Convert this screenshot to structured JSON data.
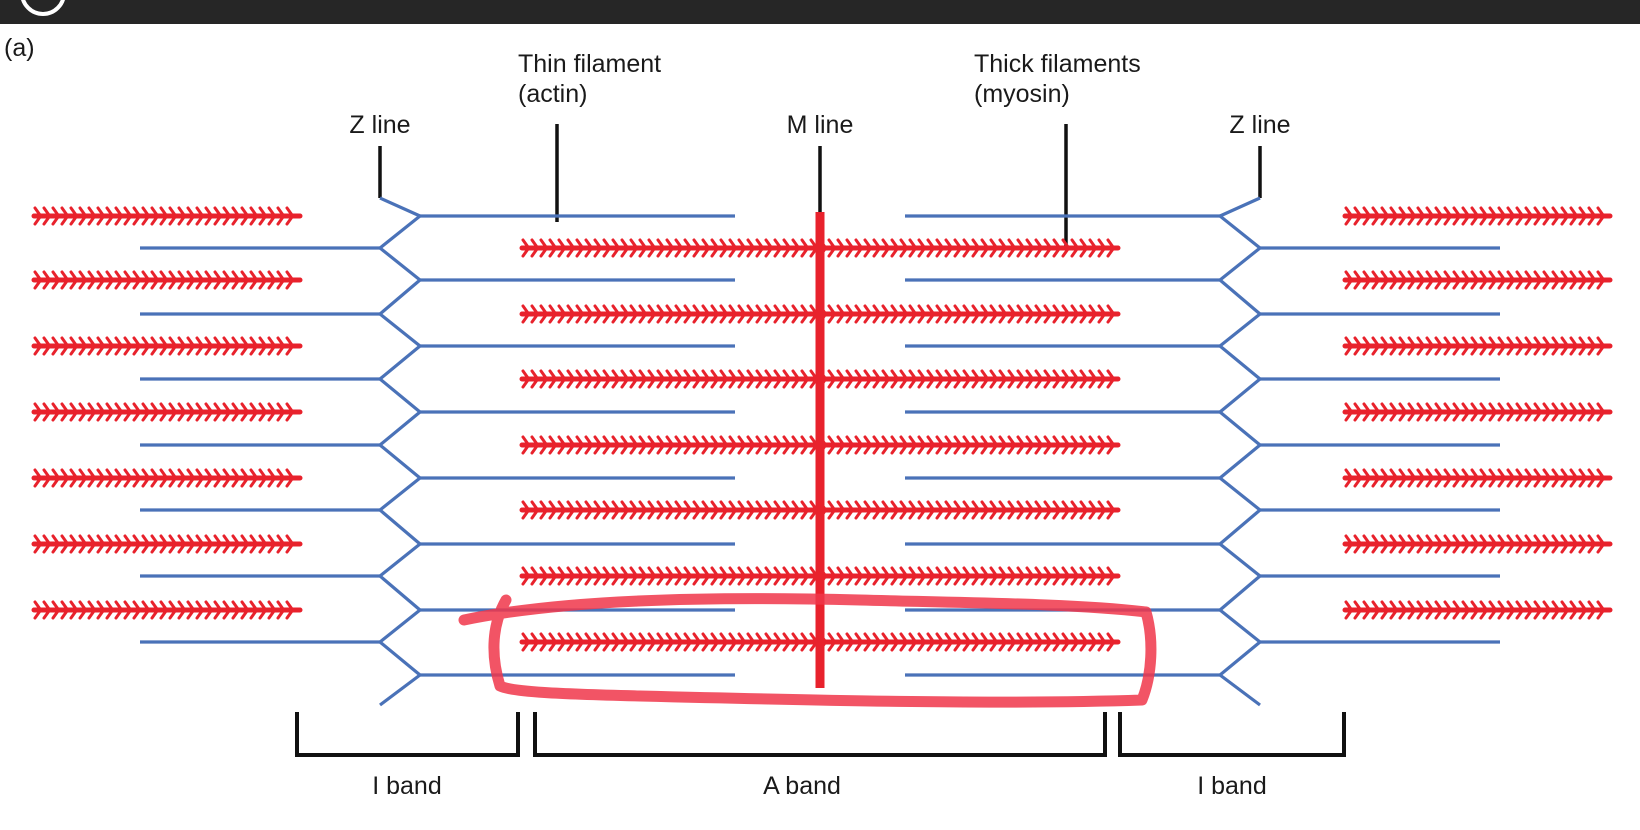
{
  "panel_label": "(a)",
  "labels": {
    "thin_filament_line1": "Thin filament",
    "thin_filament_line2": "(actin)",
    "thick_filaments_line1": "Thick filaments",
    "thick_filaments_line2": "(myosin)",
    "z_line_left": "Z line",
    "m_line": "M line",
    "z_line_right": "Z line"
  },
  "bands": {
    "i_band_left": "I band",
    "a_band": "A band",
    "i_band_right": "I band"
  },
  "colors": {
    "background": "#ffffff",
    "top_bar": "#262626",
    "actin": "#4a72b8",
    "myosin": "#e8222c",
    "annotation_highlight": "#f0364a",
    "text": "#1a1a1a"
  }
}
